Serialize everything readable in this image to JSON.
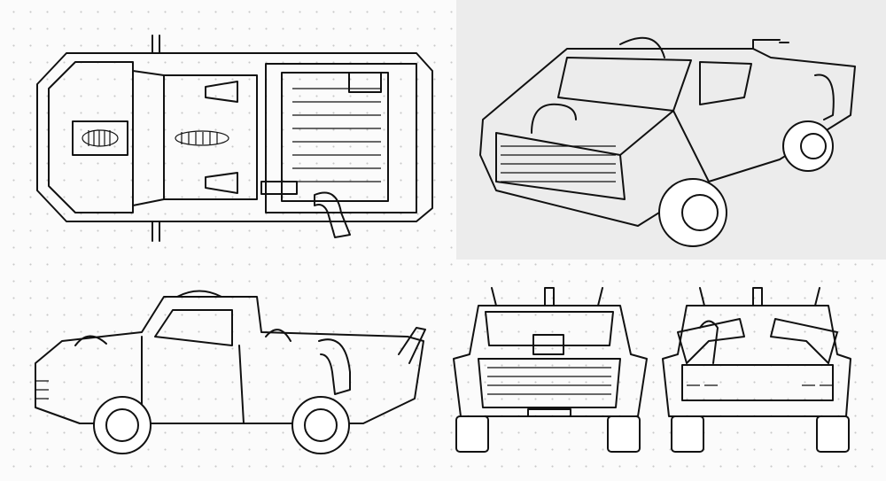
{
  "colors": {
    "background": "#fbfbfb",
    "panel": "#ececec",
    "ink": "#111111",
    "grid_dot": "#c9c9c9"
  },
  "views": [
    {
      "id": "top-view",
      "icon": "car-top-view-sketch"
    },
    {
      "id": "perspective-view",
      "icon": "car-perspective-sketch"
    },
    {
      "id": "side-view",
      "icon": "car-side-view-sketch"
    },
    {
      "id": "front-view",
      "icon": "car-front-view-sketch"
    },
    {
      "id": "rear-view",
      "icon": "car-rear-view-sketch"
    }
  ]
}
